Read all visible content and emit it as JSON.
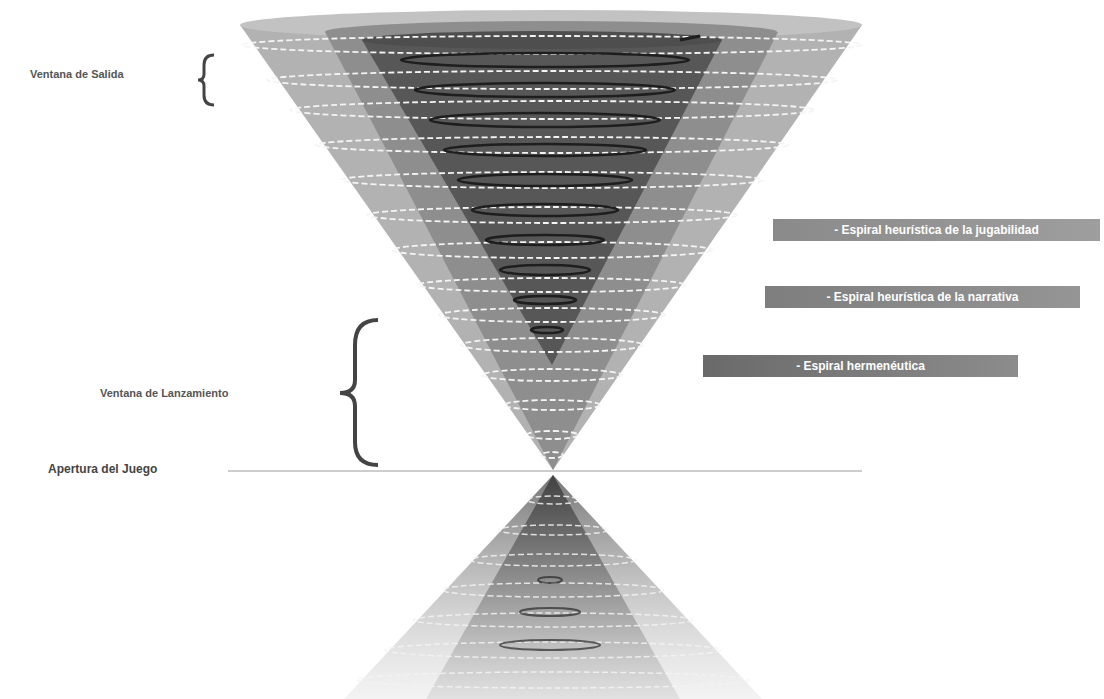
{
  "diagram": {
    "nodes": [
      {
        "text": [
          "- Espiral heurística de la jugabilidad"
        ]
      },
      {
        "text": [
          "- Espiral heurística de la narrativa"
        ]
      },
      {
        "text": [
          "- Espiral hermenéutica"
        ]
      }
    ],
    "labels": [
      "Ventana de Salida",
      "Ventana de Lanzamiento",
      "Apertura del Juego"
    ]
  }
}
